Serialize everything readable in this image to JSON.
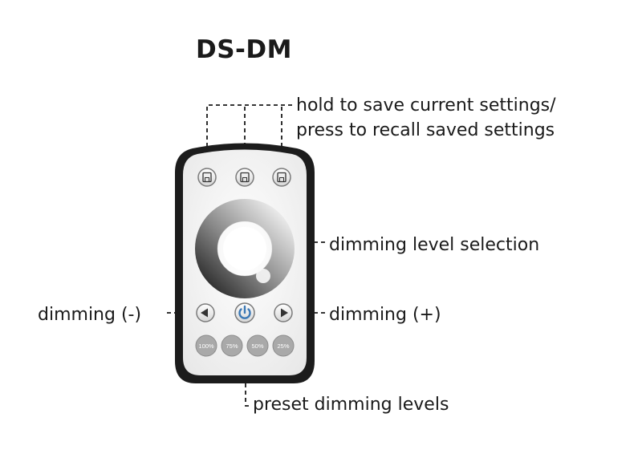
{
  "title": "DS-DM",
  "labels": {
    "save_line1": "hold to save current settings/",
    "save_line2": "press to recall saved settings",
    "dimming_level_selection": "dimming level selection",
    "dimming_plus": "dimming (+)",
    "dimming_minus": "dimming (-)",
    "preset_dimming_levels": "preset dimming levels"
  },
  "presets": [
    "100%",
    "75%",
    "50%",
    "25%"
  ],
  "icons": {
    "save": "floppy-disk-icon",
    "power": "power-icon",
    "left": "left-arrow-icon",
    "right": "right-arrow-icon"
  },
  "colors": {
    "remote_body": "#1c1c1c",
    "remote_face": "#f3f3f3",
    "power_blue": "#3b78b5",
    "preset_button": "#a9a9a9"
  }
}
